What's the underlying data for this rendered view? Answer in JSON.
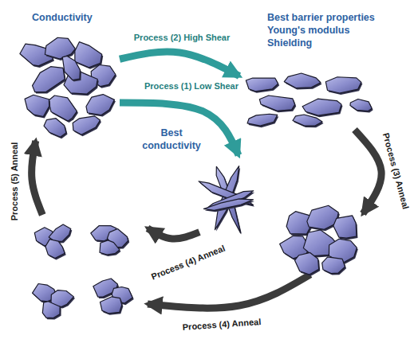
{
  "diagram": {
    "nodes": [
      {
        "text": [
          "Conductivity"
        ]
      },
      {
        "text": [
          "Best barrier properties",
          "Young's modulus",
          "Shielding"
        ]
      },
      {
        "text": [
          "Best conductivity"
        ]
      },
      {
        "text": []
      },
      {
        "text": []
      }
    ],
    "edges": [
      {
        "from": 0,
        "to": 2,
        "label": "Process (1) Low Shear",
        "arrow": "to"
      },
      {
        "from": 0,
        "to": 1,
        "label": "Process (2) High Shear",
        "arrow": "to"
      },
      {
        "from": 1,
        "to": 3,
        "label": "Process (3) Anneal",
        "arrow": "to"
      },
      {
        "from": 2,
        "to": 4,
        "label": "Process (4) Anneal",
        "arrow": "to"
      },
      {
        "from": 3,
        "to": 4,
        "label": "Process (4) Anneal",
        "arrow": "to"
      },
      {
        "from": 4,
        "to": 0,
        "label": "Process (5) Anneal",
        "arrow": "to"
      }
    ]
  }
}
